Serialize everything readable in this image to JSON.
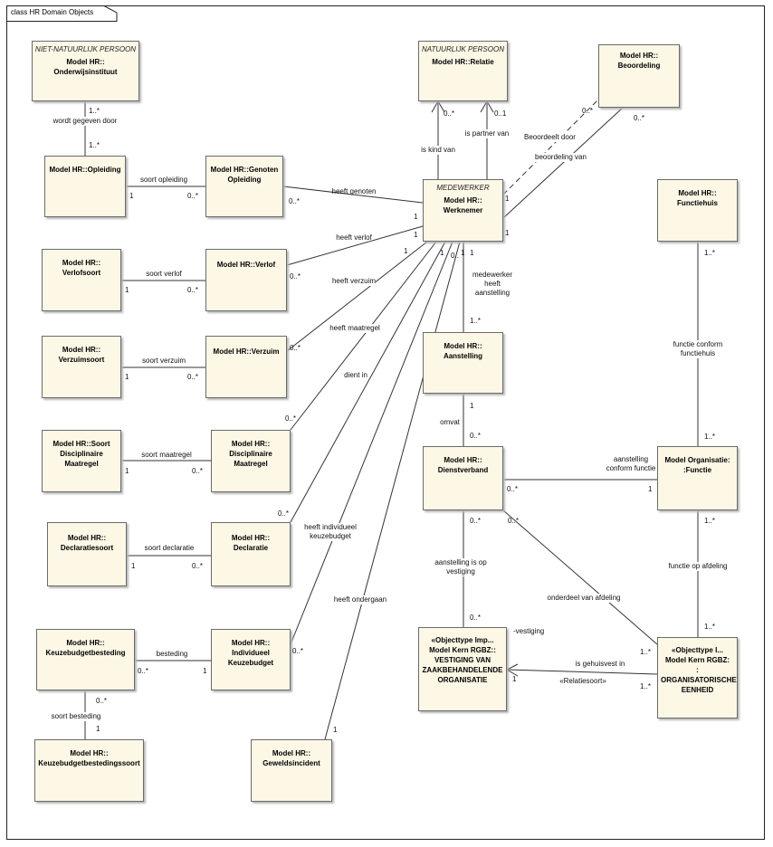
{
  "diagram": {
    "title": "class HR Domain Objects",
    "classes": {
      "onderwijsinstituut": {
        "stereotype": "NIET-NATUURLIJK PERSOON",
        "name": "Model HR::\nOnderwijsinstituut"
      },
      "relatie": {
        "stereotype": "NATUURLIJK PERSOON",
        "name": "Model HR::Relatie"
      },
      "beoordeling": {
        "stereotype": "",
        "name": "Model HR::\nBeoordeling"
      },
      "opleiding": {
        "stereotype": "",
        "name": "Model HR::Opleiding"
      },
      "genoten_opleiding": {
        "stereotype": "",
        "name": "Model HR::Genoten\nOpleiding"
      },
      "werknemer": {
        "stereotype": "MEDEWERKER",
        "name": "Model HR::\nWerknemer"
      },
      "functiehuis": {
        "stereotype": "",
        "name": "Model HR::\nFunctiehuis"
      },
      "verlofsoort": {
        "stereotype": "",
        "name": "Model HR::\nVerlofsoort"
      },
      "verlof": {
        "stereotype": "",
        "name": "Model HR::Verlof"
      },
      "verzuimsoort": {
        "stereotype": "",
        "name": "Model HR::\nVerzuimsoort"
      },
      "verzuim": {
        "stereotype": "",
        "name": "Model HR::Verzuim"
      },
      "aanstelling": {
        "stereotype": "",
        "name": "Model HR::\nAanstelling"
      },
      "soort_disciplinaire_maatregel": {
        "stereotype": "",
        "name": "Model HR::Soort\nDisciplinaire\nMaatregel"
      },
      "disciplinaire_maatregel": {
        "stereotype": "",
        "name": "Model HR::\nDisciplinaire\nMaatregel"
      },
      "dienstverband": {
        "stereotype": "",
        "name": "Model HR::\nDienstverband"
      },
      "functie": {
        "stereotype": "",
        "name": "Model Organisatie:\n:Functie"
      },
      "declaratiesoort": {
        "stereotype": "",
        "name": "Model HR::\nDeclaratiesoort"
      },
      "declaratie": {
        "stereotype": "",
        "name": "Model HR::\nDeclaratie"
      },
      "keuzebudgetbesteding": {
        "stereotype": "",
        "name": "Model HR::\nKeuzebudgetbesteding"
      },
      "individueel_keuzebudget": {
        "stereotype": "",
        "name": "Model HR::\nIndividueel\nKeuzebudget"
      },
      "vestiging": {
        "stereotype": "",
        "name": "«Objecttype Imp...\nModel Kern RGBZ::\nVESTIGING VAN\nZAAKBEHANDELENDE\nORGANISATIE"
      },
      "organisatorische_eenheid": {
        "stereotype": "",
        "name": "«Objecttype I...\nModel Kern RGBZ:\n:\nORGANISATORISCHE\nEENHEID"
      },
      "keuzebudgetbestedingssoort": {
        "stereotype": "",
        "name": "Model HR::\nKeuzebudgetbestedingssoort"
      },
      "geweldsincident": {
        "stereotype": "",
        "name": "Model HR::\nGeweldsincident"
      }
    },
    "labels": {
      "wordt_gegeven_door": "wordt gegeven door",
      "m_1n_a": "1..*",
      "m_1n_b": "1..*",
      "soort_opleiding": "soort opleiding",
      "m_so_1": "1",
      "m_so_0n": "0..*",
      "heeft_genoten": "heeft genoten",
      "m_hg_0n": "0..*",
      "m_hg_1": "1",
      "is_kind_van": "is kind van",
      "m_kind": "0..*",
      "is_partner_van": "is partner van",
      "m_partner": "0..1",
      "beoordeelt_door": "Beoordeelt door",
      "m_bd_0n": "0..*",
      "m_bd_1": "1",
      "beoordeling_van": "beoordeling van",
      "m_bv_0n": "0..*",
      "m_bv_1": "1",
      "heeft_verlof": "heeft verlof",
      "m_hv_1": "1",
      "m_hv_0n": "0..*",
      "soort_verlof": "soort verlof",
      "m_sv_1": "1",
      "m_sv_0n": "0..*",
      "heeft_verzuim": "heeft verzuim",
      "m_hz_1": "1",
      "m_hz_0n": "0..*",
      "soort_verzuim": "soort verzuim",
      "m_sz_1": "1",
      "m_sz_0n": "0..*",
      "heeft_maatregel": "heeft maatregel",
      "m_hm_1": "1",
      "m_hm_0n": "0..*",
      "soort_maatregel": "soort maatregel",
      "m_sm_1": "1",
      "m_sm_0n": "0..*",
      "dient_in": "dient in",
      "m_di_0": "0..",
      "m_di_0n": "0..*",
      "soort_declaratie": "soort declaratie",
      "m_sd_1": "1",
      "m_sd_0n": "0..*",
      "heeft_individueel": "heeft individueel\nkeuzebudget",
      "m_hi_1": "1",
      "m_hi_0n": "0..*",
      "besteding": "besteding",
      "m_be_0n": "0..*",
      "m_be_1": "1",
      "soort_besteding": "soort besteding",
      "m_sb_0n": "0..*",
      "m_sb_1": "1",
      "heeft_ondergaan": "heeft ondergaan",
      "m_ho_1": "1",
      "medewerker_heeft_aanstelling": "medewerker\nheeft\naanstelling",
      "m_mha_1": "1",
      "m_mha_1n": "1..*",
      "omvat": "omvat",
      "m_om_1": "1",
      "m_om_0n": "0..*",
      "aanstelling_conform_functie": "aanstelling\nconform functie",
      "m_acf_0n": "0..*",
      "m_acf_1": "1",
      "functie_conform_functiehuis": "functie conform functiehuis",
      "m_fcf_1n_top": "1..*",
      "m_fcf_1n_bot": "1..*",
      "functie_op_afdeling": "functie op afdeling",
      "m_foa_1n_top": "1..*",
      "m_foa_1n_bot": "1..*",
      "aanstelling_op_vestiging": "aanstelling is op\nvestiging",
      "m_aov_0n_top": "0..*",
      "m_aov_0n_bot": "0..*",
      "vestiging_role": "-vestiging",
      "onderdeel_van_afdeling": "onderdeel van afdeling",
      "m_ova_0n": "0..*",
      "m_ova_1n": "1..*",
      "is_gehuisvest_in": "is gehuisvest in",
      "relatiesoort": "«Relatiesoort»",
      "m_igi_1": "1",
      "m_igi_1n": "1..*"
    }
  }
}
